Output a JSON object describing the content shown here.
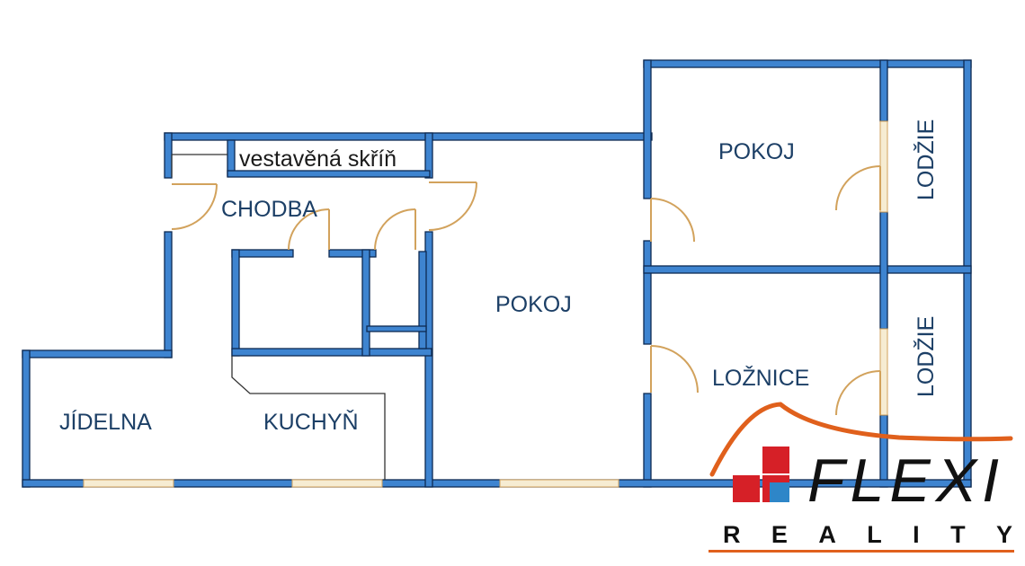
{
  "plan": {
    "wall_color": "#3e84d0",
    "wall_outline": "#0d2a52",
    "door_color": "#d2a25c",
    "label_color": "#1c3f66",
    "rooms": {
      "closet": "vestavěná skříň",
      "hall": "CHODBA",
      "living": "POKOJ",
      "room_top": "POKOJ",
      "bedroom": "LOŽNICE",
      "loggia_top": "LODŽIE",
      "loggia_bottom": "LODŽIE",
      "dining": "JÍDELNA",
      "kitchen": "KUCHYŇ"
    }
  },
  "logo": {
    "brand": "FLEXI",
    "tagline": "REALITY",
    "arc_color": "#e0601c",
    "square_colors": [
      "#d62027",
      "#d62027",
      "#d62027",
      "#2e86c8"
    ],
    "text_color": "#111111"
  }
}
